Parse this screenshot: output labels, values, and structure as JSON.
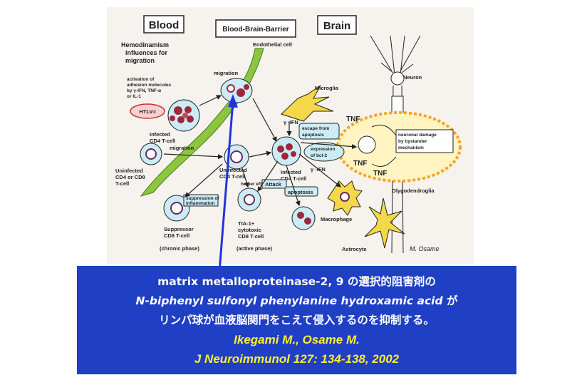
{
  "diagram": {
    "region_titles": [
      "Blood",
      "Blood-Brain-Barrier",
      "Brain"
    ],
    "labels": {
      "endothelial": "Endothelial cell",
      "hemo1": "Hemodinamism",
      "hemo2": "influences for",
      "hemo3": "migration",
      "migration_top": "migration",
      "activation1": "activation of",
      "activation2": "adhesion molecules",
      "activation3": "by γ-IFN, TNF-α",
      "activation4": "or IL-1",
      "htlv": "HTLV-I",
      "infected1": "Infected",
      "infected2": "CD4 T-cell",
      "microglia": "Microglia",
      "neuron": "Neuron",
      "gamma_ifn1": "γ -IFN",
      "escape1": "escape from",
      "escape2": "apoptosis",
      "expr1": "expression",
      "expr2": "of bcl-2",
      "tnf": "TNF",
      "damage1": "neuronal damage",
      "damage2": "by bystander",
      "damage3": "mechanism",
      "migration_mid": "migration",
      "uninf_a1": "Uninfected",
      "uninf_a2": "CD4 or CD8",
      "uninf_a3": "T-cell",
      "uninf_b1": "Uninfected",
      "uninf_b2": "CD4 T-cell",
      "helper": "helper effect",
      "attack": "Attack",
      "inf_b1": "Infected",
      "inf_b2": "CD4 T-cell",
      "gamma_ifn2": "γ -IFN",
      "apoptosis": "apoptosis",
      "oligo": "Olygodendroglia",
      "supp_inf1": "suppression of",
      "supp_inf2": "inflammation",
      "supp1": "Suppressor",
      "supp2": "CD8 T-cell",
      "chronic": "(chronic phase)",
      "tia1": "TIA-1+",
      "tia2": "cytotoxic",
      "tia3": "CD8 T-cell",
      "active": "(active phase)",
      "macrophage": "Macrophage",
      "astrocyte": "Astrocyte",
      "signature": "M. Osame"
    }
  },
  "caption": {
    "line1": "matrix metalloproteinase-2, 9 の選択的阻害剤の",
    "line2_italic": "N-biphenyl sulfonyl phenylanine  hydroxamic acid",
    "line2_rest": " が",
    "line3": "リンパ球が血液脳関門をこえて侵入するのを抑制する。",
    "authors": "Ikegami M., Osame M.",
    "citation": "J Neuroimmunol 127: 134-138, 2002"
  },
  "colors": {
    "caption_bg": "#1f3fc4",
    "citation_text": "#ffee33",
    "pointer_arrow": "#2233dd",
    "barrier": "#8cc63f",
    "cell_fill": "#ccecf5",
    "nucleus": "#a0263a",
    "glia": "#f3d94a",
    "halo": "#f5a623"
  }
}
